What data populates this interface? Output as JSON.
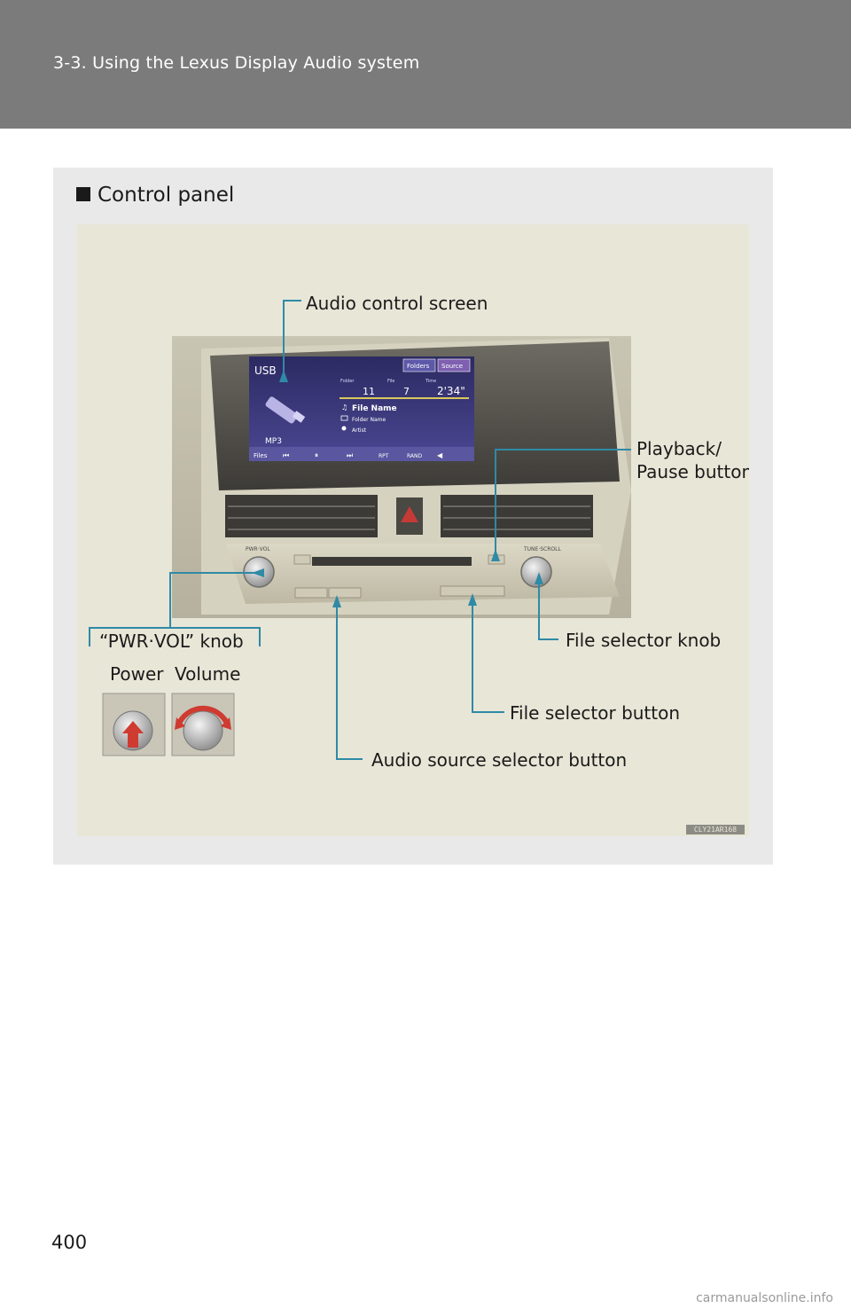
{
  "header": {
    "title": "3-3. Using the Lexus Display Audio system"
  },
  "section": {
    "title": "Control panel"
  },
  "figure": {
    "callouts": {
      "audio_control_screen": "Audio control screen",
      "playback_line1": "Playback/",
      "playback_line2": "Pause button",
      "pwr_vol_knob": "“PWR·VOL” knob",
      "power": "Power",
      "volume": "Volume",
      "file_selector_knob": "File selector knob",
      "file_selector_button": "File selector button",
      "audio_source_selector_button": "Audio source selector button"
    },
    "screen": {
      "source": "USB",
      "tabs": [
        "Folders",
        "Source"
      ],
      "stat_labels": [
        "Folder",
        "File",
        "Time"
      ],
      "folder_no": "11",
      "file_no": "7",
      "time": "2'34\"",
      "format": "MP3",
      "file_name": "File Name",
      "folder_name": "Folder Name",
      "artist": "Artist",
      "controls": [
        "Files",
        "RPT",
        "RAND"
      ]
    },
    "panel_labels": {
      "pwr_vol": "PWR·VOL",
      "tune_scroll": "TUNE·SCROLL"
    },
    "code": "CLY21AR168"
  },
  "page": {
    "number": "400"
  },
  "footer": {
    "site": "carmanualsonline.info"
  },
  "colors": {
    "leader": "#2f8aa6",
    "header_bg": "#7b7b7b",
    "panel_bg": "#e9e9e9",
    "figure_bg": "#e8e6d7"
  }
}
